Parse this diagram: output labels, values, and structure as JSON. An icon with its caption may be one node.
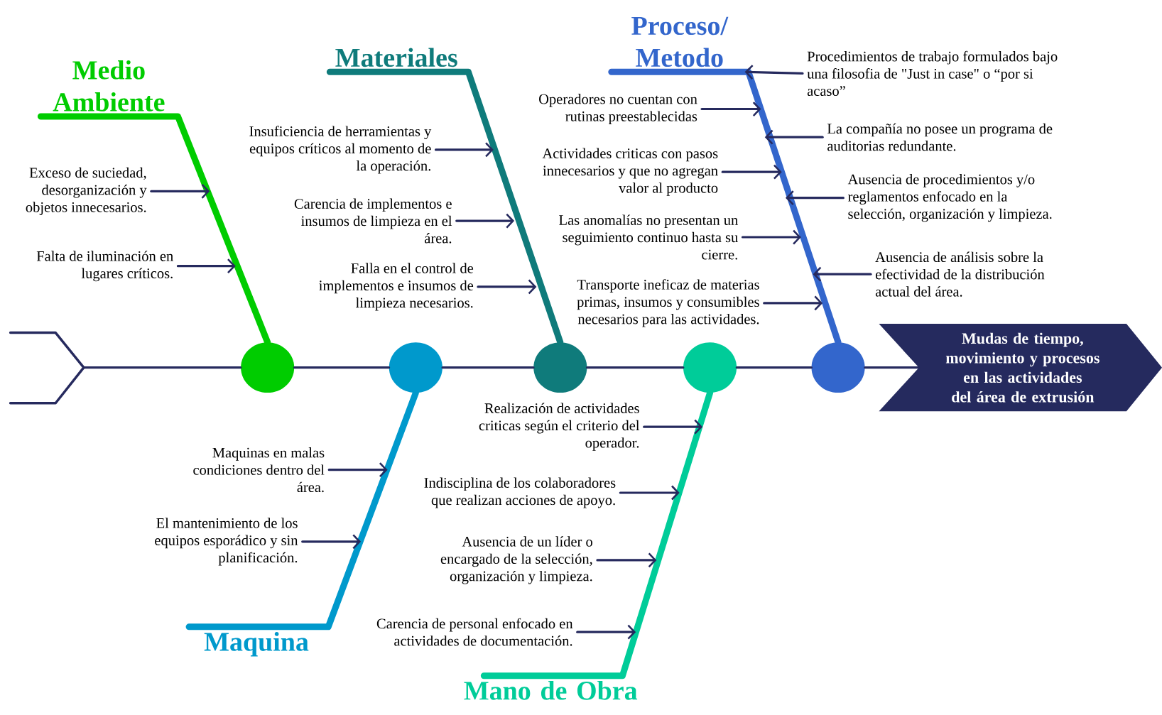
{
  "diagram": {
    "nodes": [
      {
        "text": [
          "Mudas de tiempo, movimiento y procesos en las actividades del área de extrusión"
        ]
      },
      {
        "text": [],
        "shape": "chevron"
      },
      {
        "text": [],
        "shape": "circle"
      },
      {
        "text": [],
        "shape": "circle"
      },
      {
        "text": [],
        "shape": "circle"
      },
      {
        "text": [],
        "shape": "circle"
      },
      {
        "text": [],
        "shape": "circle"
      },
      {
        "text": [
          "Medio Ambiente"
        ]
      },
      {
        "text": [
          "Materiales"
        ]
      },
      {
        "text": [
          "Proceso/ Metodo"
        ]
      },
      {
        "text": [
          "Maquina"
        ]
      },
      {
        "text": [
          "Mano de Obra"
        ]
      },
      {
        "text": [
          "Exceso de suciedad, desorganización y objetos innecesarios."
        ]
      },
      {
        "text": [
          "Falta de iluminación en lugares críticos."
        ]
      },
      {
        "text": [
          "Insuficiencia de herramientas y equipos críticos al momento de la operación."
        ]
      },
      {
        "text": [
          "Carencia de implementos e insumos de limpieza en el área."
        ]
      },
      {
        "text": [
          "Falla en el control de implementos e insumos de limpieza necesarios."
        ]
      },
      {
        "text": [
          "Operadores no cuentan con rutinas preestablecidas"
        ]
      },
      {
        "text": [
          "Actividades criticas con pasos innecesarios y que no agregan valor al producto"
        ]
      },
      {
        "text": [
          "Las anomalías no presentan un seguimiento continuo hasta su cierre."
        ]
      },
      {
        "text": [
          "Transporte ineficaz de materias primas, insumos y consumibles necesarios para las actividades."
        ]
      },
      {
        "text": [
          "Procedimientos de trabajo formulados bajo una filosofia de \"Just in case\" o “por si acaso”"
        ]
      },
      {
        "text": [
          "La compañía no posee un programa de auditorias redundante."
        ]
      },
      {
        "text": [
          "Ausencia de procedimientos y/o reglamentos enfocado en la selección, organización y limpieza."
        ]
      },
      {
        "text": [
          "Ausencia de análisis sobre la efectividad de la distribución actual del área."
        ]
      },
      {
        "text": [
          "Maquinas en malas condiciones dentro del área."
        ]
      },
      {
        "text": [
          "El mantenimiento de los equipos esporádico y sin planificación."
        ]
      },
      {
        "text": [
          "Realización de actividades criticas según el criterio del operador."
        ]
      },
      {
        "text": [
          "Indisciplina de los colaboradores que realizan acciones de apoyo."
        ]
      },
      {
        "text": [
          "Ausencia de un líder o encargado de la selección, organización y limpieza."
        ]
      },
      {
        "text": [
          "Carencia de personal enfocado en actividades de documentación."
        ]
      }
    ],
    "edges": [
      {
        "from": 1,
        "to": 2,
        "arrow": "none"
      },
      {
        "from": 2,
        "to": 3,
        "arrow": "none"
      },
      {
        "from": 3,
        "to": 4,
        "arrow": "none"
      },
      {
        "from": 4,
        "to": 5,
        "arrow": "none"
      },
      {
        "from": 5,
        "to": 6,
        "arrow": "none"
      },
      {
        "from": 6,
        "to": 0,
        "arrow": "none"
      },
      {
        "from": 2,
        "to": 7,
        "arrow": "none",
        "style": "thick",
        "color": "#00cc00"
      },
      {
        "from": 3,
        "to": 10,
        "arrow": "none",
        "style": "thick",
        "color": "#0099cc"
      },
      {
        "from": 4,
        "to": 8,
        "arrow": "none",
        "style": "thick",
        "color": "#0f7b7b"
      },
      {
        "from": 5,
        "to": 11,
        "arrow": "none",
        "style": "thick",
        "color": "#00cc99"
      },
      {
        "from": 6,
        "to": 9,
        "arrow": "none",
        "style": "thick",
        "color": "#3366cc"
      },
      {
        "from": 12,
        "to": null,
        "arrow": "to"
      },
      {
        "from": 13,
        "to": null,
        "arrow": "to"
      },
      {
        "from": 14,
        "to": null,
        "arrow": "to"
      },
      {
        "from": 15,
        "to": null,
        "arrow": "to"
      },
      {
        "from": 16,
        "to": null,
        "arrow": "to"
      },
      {
        "from": 17,
        "to": null,
        "arrow": "to"
      },
      {
        "from": 18,
        "to": null,
        "arrow": "to"
      },
      {
        "from": 19,
        "to": null,
        "arrow": "to"
      },
      {
        "from": 20,
        "to": null,
        "arrow": "to"
      },
      {
        "from": 21,
        "to": 9,
        "arrow": "to"
      },
      {
        "from": 22,
        "to": null,
        "arrow": "to"
      },
      {
        "from": 23,
        "to": null,
        "arrow": "to"
      },
      {
        "from": 24,
        "to": null,
        "arrow": "to"
      },
      {
        "from": 25,
        "to": null,
        "arrow": "to"
      },
      {
        "from": 26,
        "to": null,
        "arrow": "to"
      },
      {
        "from": 27,
        "to": null,
        "arrow": "to"
      },
      {
        "from": 28,
        "to": null,
        "arrow": "to"
      },
      {
        "from": 29,
        "to": null,
        "arrow": "to"
      },
      {
        "from": 30,
        "to": null,
        "arrow": "to"
      }
    ]
  }
}
